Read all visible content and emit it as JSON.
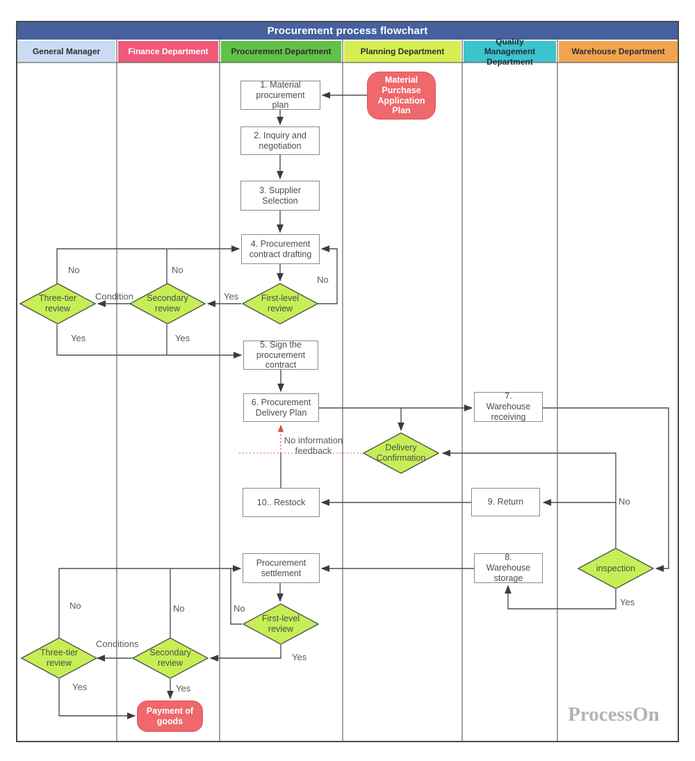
{
  "title": "Procurement process flowchart",
  "watermark": "ProcessOn",
  "colors": {
    "title_bg": "#46619e",
    "frame_border": "#4a4a4a",
    "connector": "#4f4f4f",
    "feedback_red": "#d94a4a",
    "feedback_red_dotted": "#e08080",
    "diamond_fill": "#c6ef55",
    "red_node_fill": "#ee686c",
    "red_node_border": "#d9565c"
  },
  "lanes": [
    {
      "label": "General Manager",
      "color": "#cbdcf2"
    },
    {
      "label": "Finance Department",
      "color": "#f0597a"
    },
    {
      "label": "Procurement Department",
      "color": "#62c147"
    },
    {
      "label": "Planning Department",
      "color": "#d7ee53"
    },
    {
      "label": "Quality\nManagement\nDepartment",
      "color": "#3cc3cc"
    },
    {
      "label": "Warehouse Department",
      "color": "#f1a450"
    }
  ],
  "nodes": {
    "material_plan": "Material\nPurchase\nApplication\nPlan",
    "box1": "1. Material\nprocurement\nplan",
    "box2": "2. Inquiry and\nnegotiation",
    "box3": "3. Supplier\nSelection",
    "box4": "4. Procurement\ncontract drafting",
    "box5": "5. Sign the\nprocurement\ncontract",
    "box6": "6. Procurement\nDelivery Plan",
    "box7": "7.\nWarehouse\nreceiving",
    "box8": "8.\nWarehouse\nstorage",
    "box9": "9. Return",
    "box10": "10.. Restock",
    "settlement": "Procurement\nsettlement",
    "payment": "Payment of\ngoods",
    "d_first_top": "First-level\nreview",
    "d_secondary_top": "Secondary\nreview",
    "d_threetier_top": "Three-tier\nreview",
    "d_delivery": "Delivery\nConfirmation",
    "d_inspection": "inspection",
    "d_first_bottom": "First-level\nreview",
    "d_secondary_bottom": "Secondary\nreview",
    "d_threetier_bottom": "Three-tier\nreview"
  },
  "labels": {
    "yes": "Yes",
    "no": "No",
    "condition": "Condition",
    "conditions": "Conditions",
    "feedback": "No information\nfeedback"
  }
}
